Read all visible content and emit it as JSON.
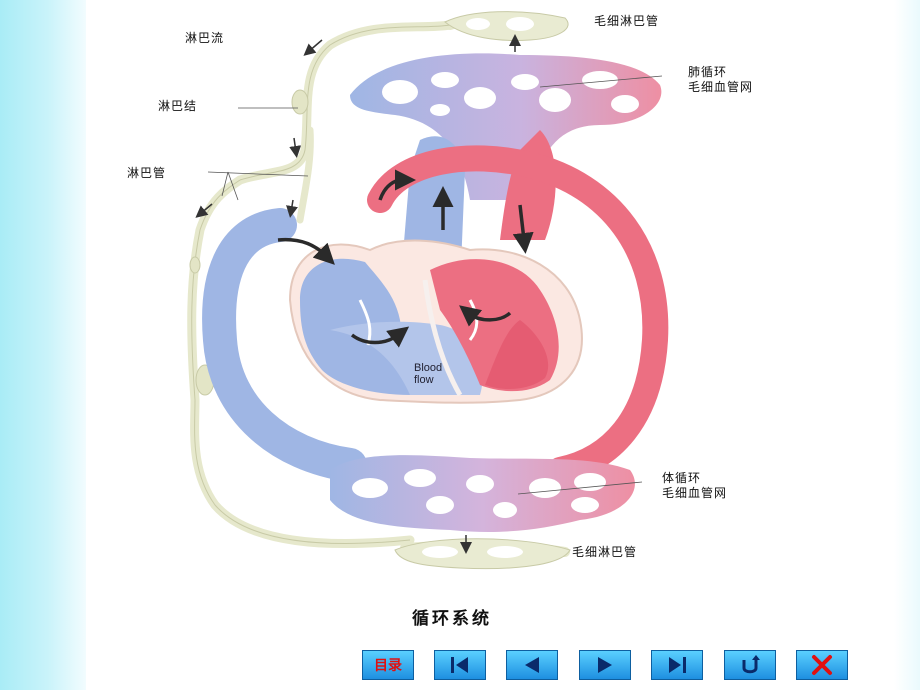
{
  "labels": {
    "lymph_flow": "淋巴流",
    "lymph_node": "淋巴结",
    "lymph_vessel": "淋巴管",
    "lymph_capillary_top": "毛细淋巴管",
    "pulmonary_line1": "肺循环",
    "pulmonary_line2": "毛细血管网",
    "systemic_line1": "体循环",
    "systemic_line2": "毛细血管网",
    "lymph_capillary_bottom": "毛细淋巴管",
    "blood_flow_line1": "Blood",
    "blood_flow_line2": "flow"
  },
  "title": "循环系统",
  "nav": {
    "menu_label": "目录",
    "buttons": [
      "first-icon",
      "prev-icon",
      "next-icon",
      "last-icon",
      "return-icon",
      "close-icon"
    ]
  },
  "colors": {
    "venous_blue": "#9fb6e4",
    "arterial_red": "#ec6f82",
    "lymph": "#e9ebd2",
    "nav_blue": "#2aa3ee",
    "menu_text": "#e01010"
  }
}
